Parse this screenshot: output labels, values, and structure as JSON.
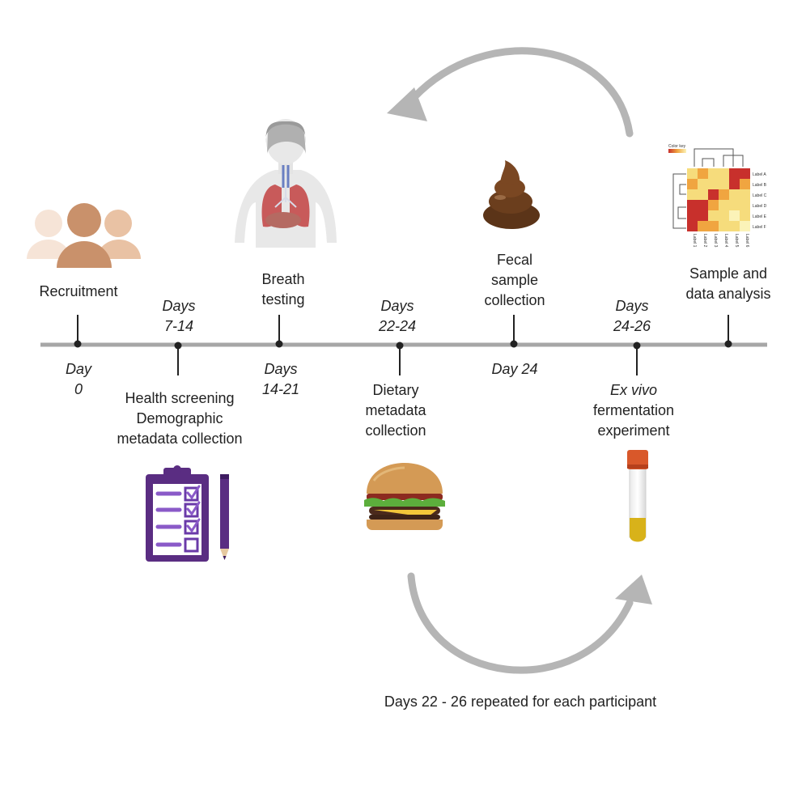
{
  "timeline": {
    "above": [
      {
        "lines": [
          "Recruitment"
        ],
        "italic": false
      },
      {
        "lines": [
          "Days",
          "7-14"
        ],
        "italic": true
      },
      {
        "lines": [
          "Breath",
          "testing"
        ],
        "italic": false
      },
      {
        "lines": [
          "Days",
          "22-24"
        ],
        "italic": true
      },
      {
        "lines": [
          "Fecal",
          "sample",
          "collection"
        ],
        "italic": false
      },
      {
        "lines": [
          "Days",
          "24-26"
        ],
        "italic": true
      },
      {
        "lines": [
          "Sample and",
          "data analysis"
        ],
        "italic": false
      }
    ],
    "below": [
      {
        "lines": [
          "Day",
          "0"
        ],
        "italic": true
      },
      {
        "lines": [
          "Health screening",
          "Demographic",
          "metadata collection"
        ],
        "italic": false
      },
      {
        "lines": [
          "Days",
          "14-21"
        ],
        "italic": true
      },
      {
        "lines": [
          "Dietary",
          "metadata",
          "collection"
        ],
        "italic": false
      },
      {
        "lines": [
          "Day 24"
        ],
        "italic": true
      },
      {
        "lines": [
          "Ex vivo",
          "fermentation",
          "experiment"
        ],
        "italic": false,
        "italic_first_line": true
      }
    ]
  },
  "cycle_caption": "Days 22 - 26 repeated for each participant",
  "heatmap": {
    "color_key_label": "Color key",
    "row_labels": [
      "Label A",
      "Label B",
      "Label C",
      "Label D",
      "Label E",
      "Label F"
    ],
    "col_labels": [
      "Label 1",
      "Label 2",
      "Label 3",
      "Label 4",
      "Label 5",
      "Label 6"
    ]
  },
  "icons": {
    "people": "people-group-icon",
    "body": "human-lungs-icon",
    "poop": "fecal-sample-icon",
    "heatmap": "heatmap-icon",
    "clipboard": "clipboard-checklist-icon",
    "pencil": "pencil-icon",
    "burger": "burger-icon",
    "tube": "test-tube-icon"
  },
  "colors": {
    "timeline": "#a7a7a7",
    "arrow": "#b5b5b5",
    "clipboard": "#5a2d82",
    "check": "#8a5ac8"
  }
}
